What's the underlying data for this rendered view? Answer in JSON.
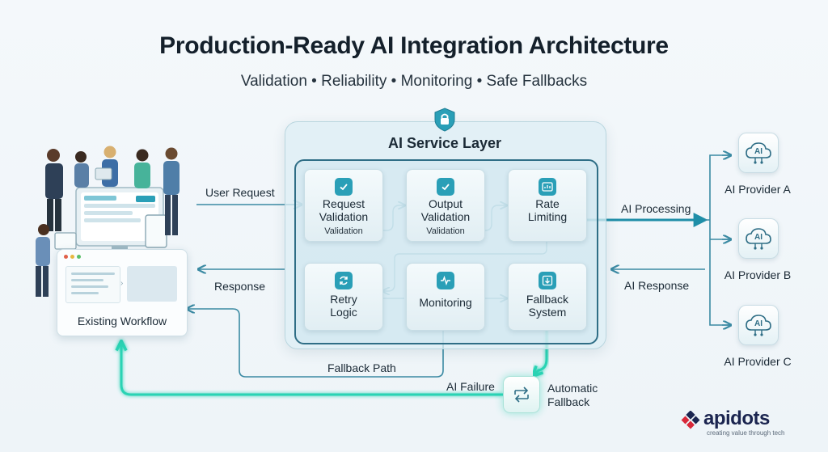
{
  "header": {
    "title": "Production-Ready AI Integration Architecture",
    "subtitle": "Validation • Reliability • Monitoring • Safe Fallbacks"
  },
  "service_layer": {
    "title": "AI Service Layer",
    "cards": {
      "request_validation": {
        "label_1": "Request",
        "label_2": "Validation",
        "sub": "Validation"
      },
      "output_validation": {
        "label_1": "Output",
        "label_2": "Validation",
        "sub": "Validation"
      },
      "rate_limiting": {
        "label_1": "Rate",
        "label_2": "Limiting"
      },
      "retry_logic": {
        "label_1": "Retry",
        "label_2": "Logic"
      },
      "monitoring": {
        "label_1": "Monitoring"
      },
      "fallback_system": {
        "label_1": "Fallback",
        "label_2": "System"
      }
    }
  },
  "flows": {
    "user_request": "User Request",
    "response": "Response",
    "ai_processing": "AI Processing",
    "ai_response": "AI Response",
    "fallback_path": "Fallback Path",
    "ai_failure": "AI Failure",
    "automatic_fallback_1": "Automatic",
    "automatic_fallback_2": "Fallback"
  },
  "providers": [
    {
      "icon_text": "AI",
      "label": "AI Provider A"
    },
    {
      "icon_text": "AI",
      "label": "AI Provider B"
    },
    {
      "icon_text": "AI",
      "label": "AI Provider C"
    }
  ],
  "workflow": {
    "label": "Existing Workflow"
  },
  "logo": {
    "name": "apidots",
    "tagline": "creating value through tech"
  },
  "colors": {
    "accent": "#2a9fb7",
    "dark_line": "#2f6e86",
    "fallback_glow": "#3ee0c2",
    "title": "#14202b"
  }
}
